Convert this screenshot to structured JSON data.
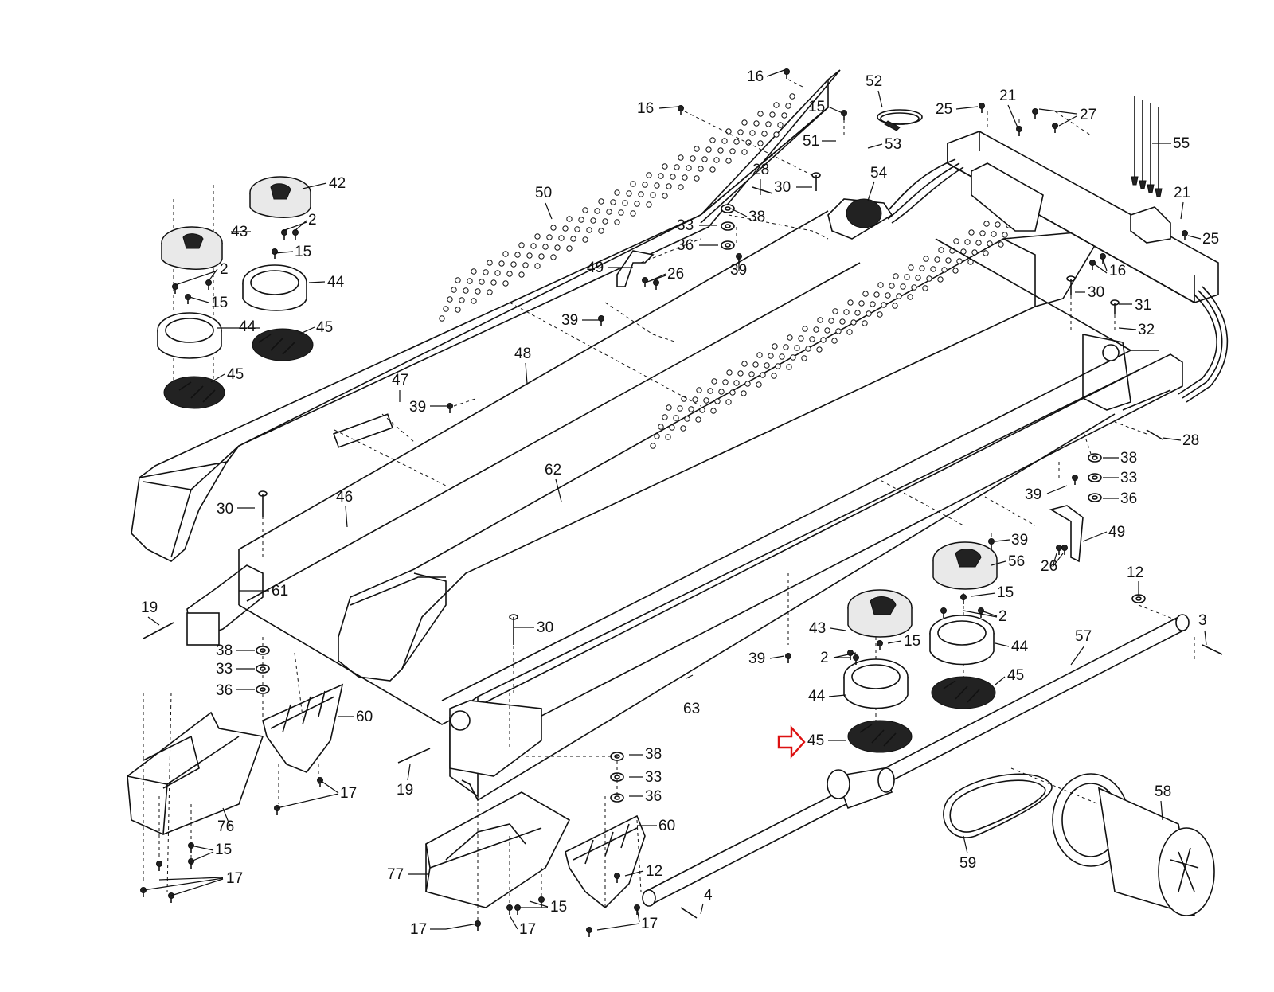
{
  "diagram": {
    "highlight_color": "#d11111",
    "highlight_part": "45",
    "labels": [
      {
        "id": "l16a",
        "text": "16"
      },
      {
        "id": "l16b",
        "text": "16"
      },
      {
        "id": "l15a",
        "text": "15"
      },
      {
        "id": "l52",
        "text": "52"
      },
      {
        "id": "l51",
        "text": "51"
      },
      {
        "id": "l53",
        "text": "53"
      },
      {
        "id": "l25a",
        "text": "25"
      },
      {
        "id": "l21a",
        "text": "21"
      },
      {
        "id": "l27",
        "text": "27"
      },
      {
        "id": "l55",
        "text": "55"
      },
      {
        "id": "l21b",
        "text": "21"
      },
      {
        "id": "l25b",
        "text": "25"
      },
      {
        "id": "l16c",
        "text": "16"
      },
      {
        "id": "l42",
        "text": "42"
      },
      {
        "id": "l43a",
        "text": "43"
      },
      {
        "id": "l2a",
        "text": "2"
      },
      {
        "id": "l15b",
        "text": "15"
      },
      {
        "id": "l2b",
        "text": "2"
      },
      {
        "id": "l44a",
        "text": "44"
      },
      {
        "id": "l15c",
        "text": "15"
      },
      {
        "id": "l44b",
        "text": "44"
      },
      {
        "id": "l45a",
        "text": "45"
      },
      {
        "id": "l45b",
        "text": "45"
      },
      {
        "id": "l50",
        "text": "50"
      },
      {
        "id": "l28a",
        "text": "28"
      },
      {
        "id": "l30a",
        "text": "30"
      },
      {
        "id": "l54",
        "text": "54"
      },
      {
        "id": "l33a",
        "text": "33"
      },
      {
        "id": "l38a",
        "text": "38"
      },
      {
        "id": "l36a",
        "text": "36"
      },
      {
        "id": "l39a",
        "text": "39"
      },
      {
        "id": "l49a",
        "text": "49"
      },
      {
        "id": "l26a",
        "text": "26"
      },
      {
        "id": "l39b",
        "text": "39"
      },
      {
        "id": "l48",
        "text": "48"
      },
      {
        "id": "l47",
        "text": "47"
      },
      {
        "id": "l39c",
        "text": "39"
      },
      {
        "id": "l30b",
        "text": "30"
      },
      {
        "id": "l31",
        "text": "31"
      },
      {
        "id": "l32",
        "text": "32"
      },
      {
        "id": "l28b",
        "text": "28"
      },
      {
        "id": "l38b",
        "text": "38"
      },
      {
        "id": "l33b",
        "text": "33"
      },
      {
        "id": "l36b",
        "text": "36"
      },
      {
        "id": "l39d",
        "text": "39"
      },
      {
        "id": "l62",
        "text": "62"
      },
      {
        "id": "l30c",
        "text": "30"
      },
      {
        "id": "l46",
        "text": "46"
      },
      {
        "id": "l39e",
        "text": "39"
      },
      {
        "id": "l49b",
        "text": "49"
      },
      {
        "id": "l26b",
        "text": "26"
      },
      {
        "id": "l56",
        "text": "56"
      },
      {
        "id": "l61",
        "text": "61"
      },
      {
        "id": "l19a",
        "text": "19"
      },
      {
        "id": "l38c",
        "text": "38"
      },
      {
        "id": "l33c",
        "text": "33"
      },
      {
        "id": "l36c",
        "text": "36"
      },
      {
        "id": "l12a",
        "text": "12"
      },
      {
        "id": "l15d",
        "text": "15"
      },
      {
        "id": "l2c",
        "text": "2"
      },
      {
        "id": "l3",
        "text": "3"
      },
      {
        "id": "l30d",
        "text": "30"
      },
      {
        "id": "l43b",
        "text": "43"
      },
      {
        "id": "l15e",
        "text": "15"
      },
      {
        "id": "l44c",
        "text": "44"
      },
      {
        "id": "l57",
        "text": "57"
      },
      {
        "id": "l39f",
        "text": "39"
      },
      {
        "id": "l2d",
        "text": "2"
      },
      {
        "id": "l63",
        "text": "63"
      },
      {
        "id": "l44d",
        "text": "44"
      },
      {
        "id": "l45c",
        "text": "45"
      },
      {
        "id": "l60a",
        "text": "60"
      },
      {
        "id": "l45d",
        "text": "45"
      },
      {
        "id": "l19b",
        "text": "19"
      },
      {
        "id": "l38d",
        "text": "38"
      },
      {
        "id": "l33d",
        "text": "33"
      },
      {
        "id": "l36d",
        "text": "36"
      },
      {
        "id": "l17a",
        "text": "17"
      },
      {
        "id": "l76",
        "text": "76"
      },
      {
        "id": "l58",
        "text": "58"
      },
      {
        "id": "l60b",
        "text": "60"
      },
      {
        "id": "l15f",
        "text": "15"
      },
      {
        "id": "l77",
        "text": "77"
      },
      {
        "id": "l12b",
        "text": "12"
      },
      {
        "id": "l59",
        "text": "59"
      },
      {
        "id": "l17b",
        "text": "17"
      },
      {
        "id": "l4",
        "text": "4"
      },
      {
        "id": "l15g",
        "text": "15"
      },
      {
        "id": "l17c",
        "text": "17"
      },
      {
        "id": "l17d",
        "text": "17"
      },
      {
        "id": "l17e",
        "text": "17"
      }
    ]
  }
}
